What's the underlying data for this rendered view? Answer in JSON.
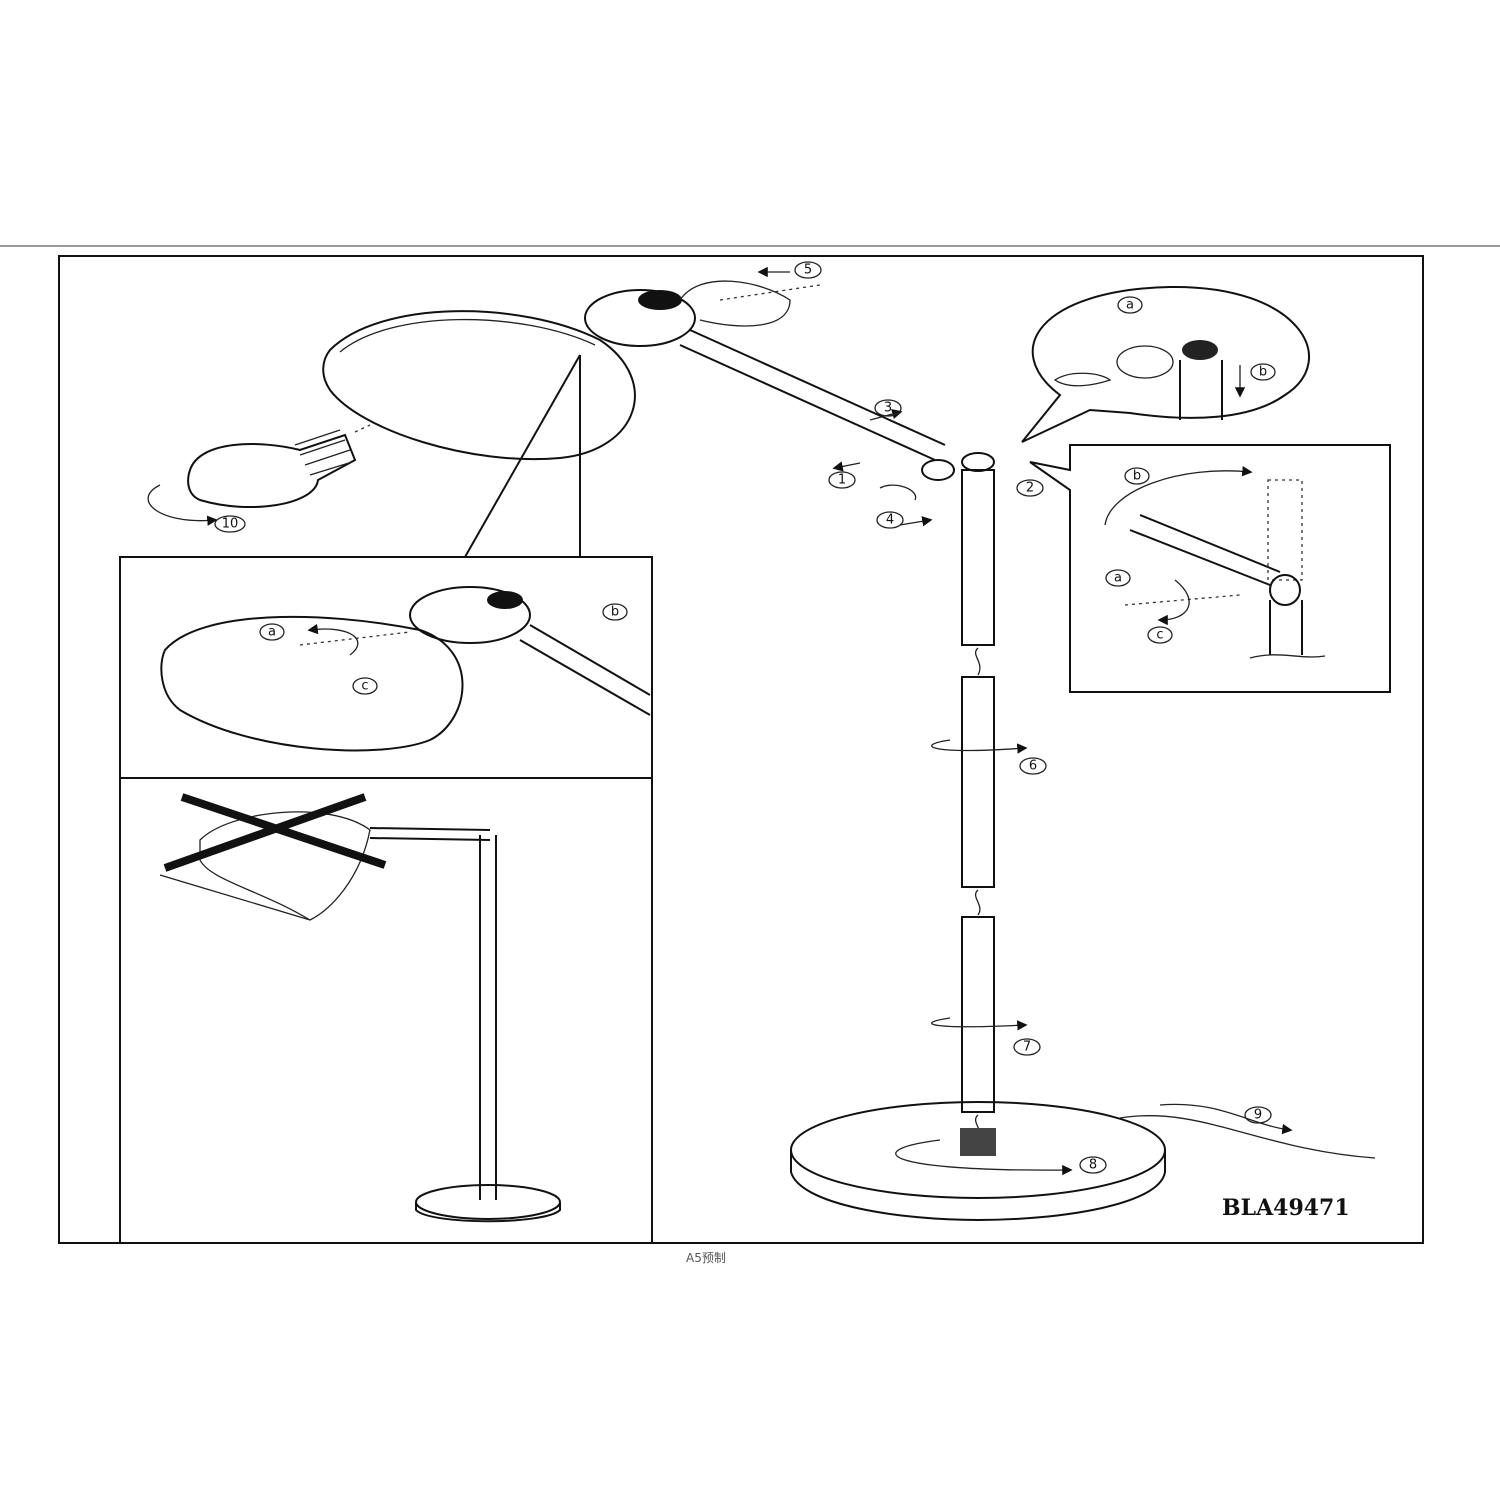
{
  "document": {
    "model_code": "BLA49471",
    "footer_text": "A5预制"
  },
  "steps": {
    "s1": "1",
    "s2": "2",
    "s3": "3",
    "s4": "4",
    "s5": "5",
    "s6": "6",
    "s7": "7",
    "s8": "8",
    "s9": "9",
    "s10": "10"
  },
  "sub_labels": {
    "a": "a",
    "b": "b",
    "c": "c"
  },
  "colors": {
    "line": "#111111",
    "rule": "#999999"
  }
}
